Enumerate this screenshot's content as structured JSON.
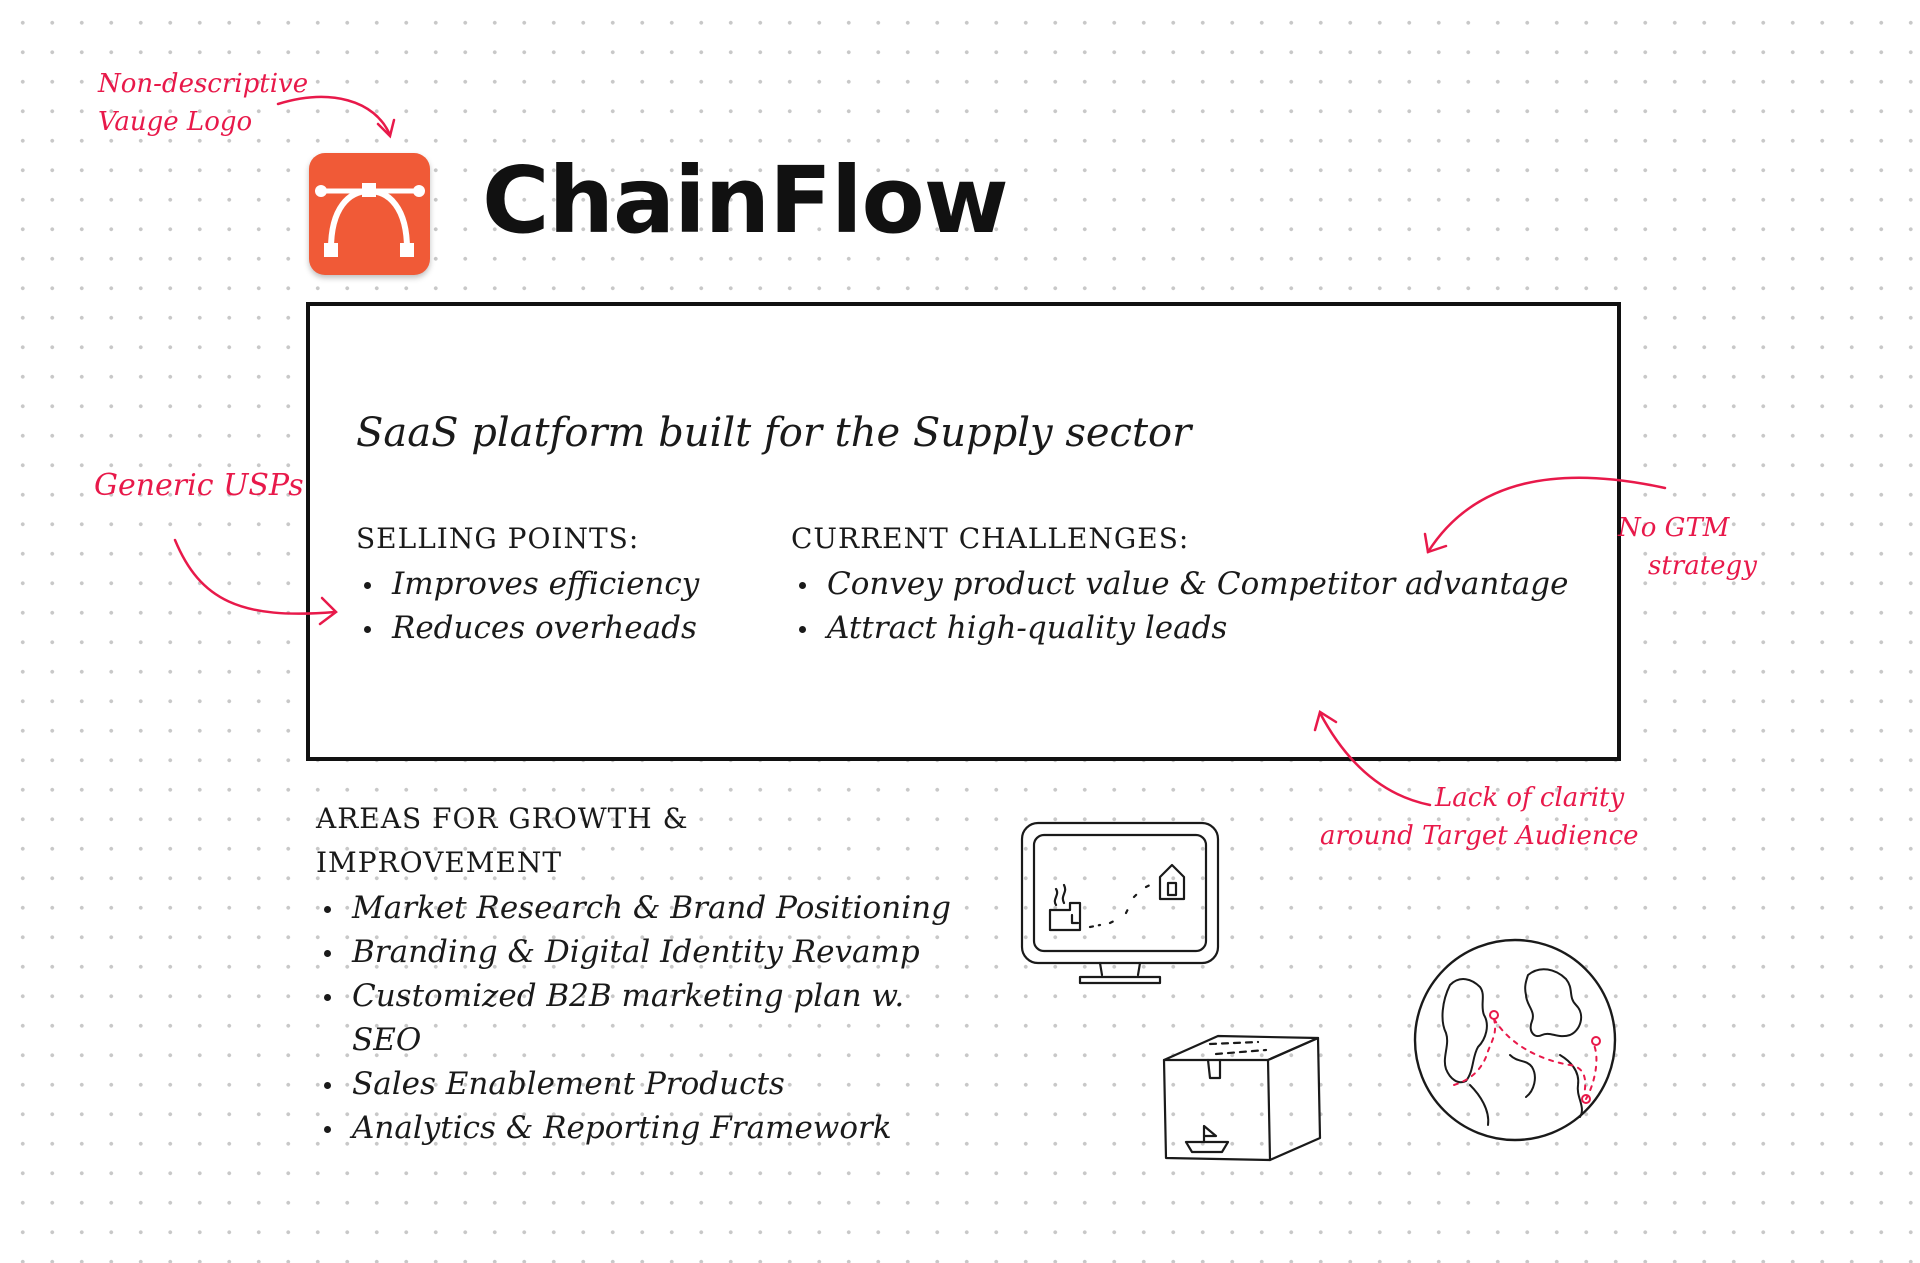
{
  "brand": {
    "name": "ChainFlow",
    "logo_icon": "bezier-pen-tool-icon",
    "logo_color": "#f05a37"
  },
  "card": {
    "headline": "SaaS platform built for the Supply sector",
    "selling_points": {
      "heading": "SELLING POINTS:",
      "items": [
        "Improves efficiency",
        "Reduces overheads"
      ]
    },
    "challenges": {
      "heading": "CURRENT CHALLENGES:",
      "items": [
        "Convey product value & Competitor advantage",
        "Attract high-quality leads"
      ]
    }
  },
  "growth": {
    "heading_line1": "AREAS FOR GROWTH &",
    "heading_line2": "IMPROVEMENT",
    "items": [
      "Market Research & Brand Positioning",
      "Branding & Digital Identity Revamp",
      "Customized B2B marketing plan w. SEO",
      "Sales Enablement Products",
      "Analytics & Reporting Framework"
    ]
  },
  "annotations": {
    "logo": [
      "Non-descriptive",
      "Vauge Logo"
    ],
    "usps": "Generic USPs",
    "gtm": [
      "No GTM",
      "strategy"
    ],
    "audience": [
      "Lack of clarity",
      "around Target Audience"
    ]
  },
  "sketches": {
    "monitor": "monitor-with-map-sketch",
    "box": "shipping-box-sketch",
    "globe": "globe-with-routes-sketch"
  },
  "colors": {
    "annotation": "#e8194a",
    "ink": "#1a1a1a"
  }
}
